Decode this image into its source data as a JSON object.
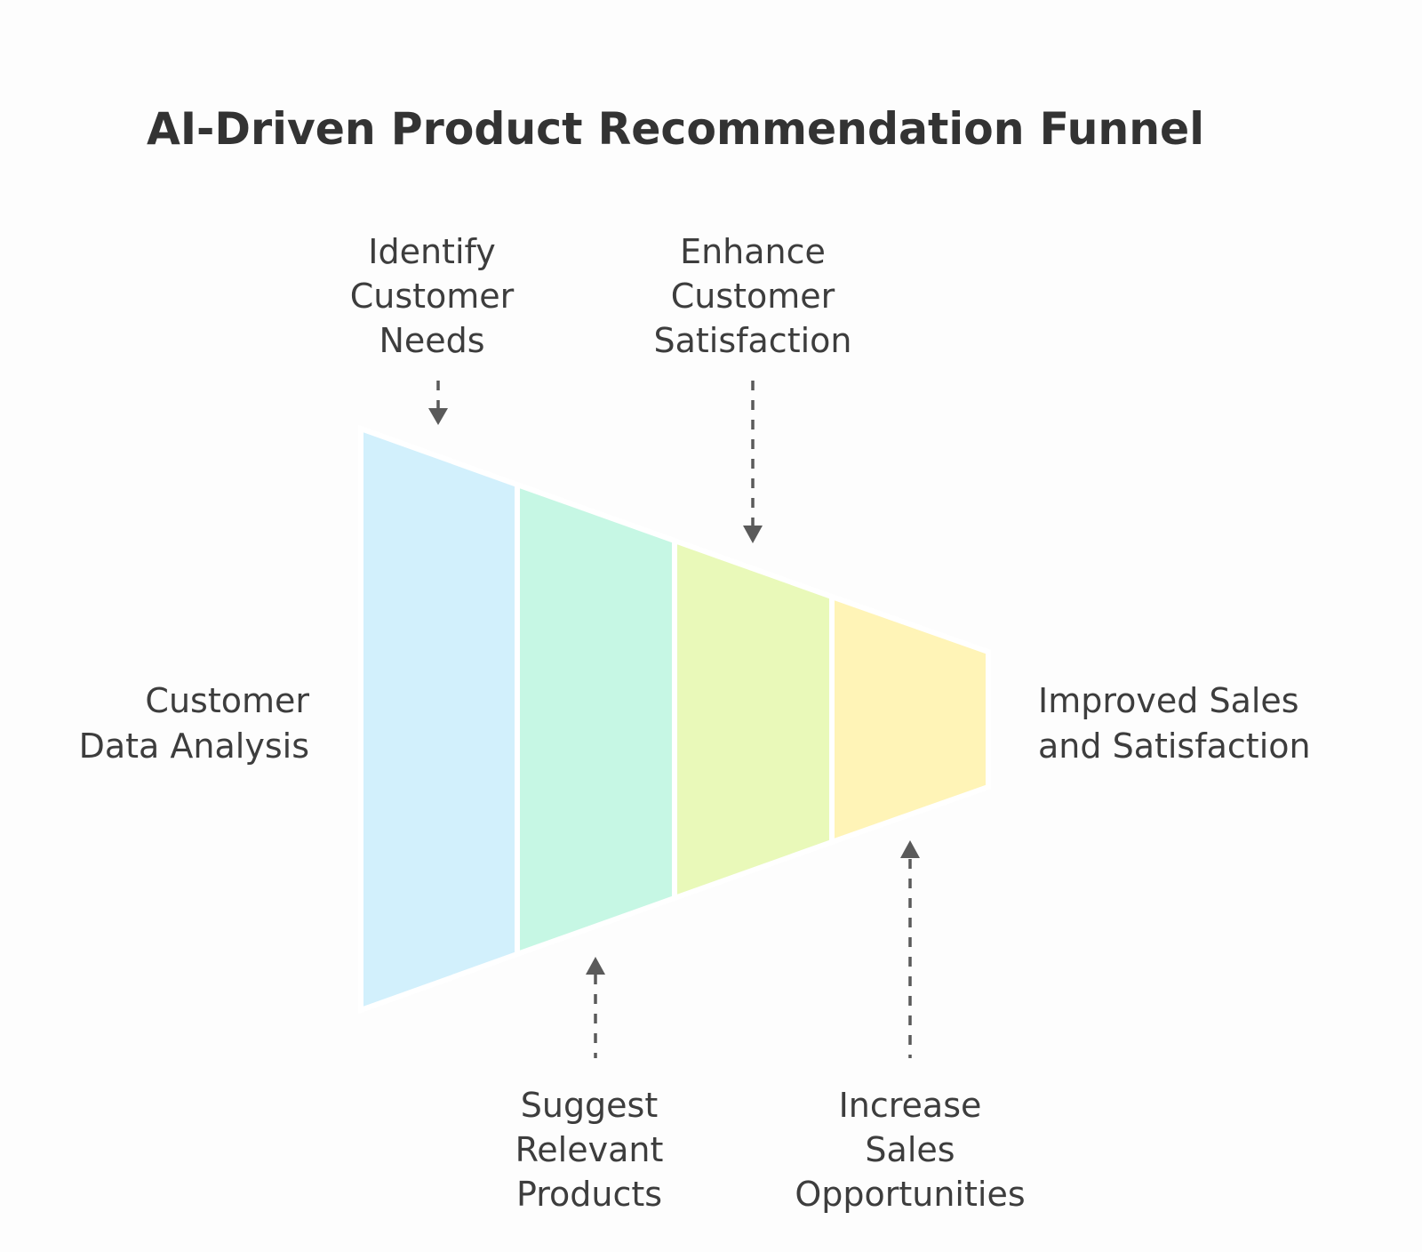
{
  "title": "AI-Driven Product Recommendation Funnel",
  "input_label": [
    "Customer",
    "Data Analysis"
  ],
  "output_label": [
    "Improved Sales",
    "and Satisfaction"
  ],
  "stages": [
    {
      "lines": [
        "Identify",
        "Customer",
        "Needs"
      ],
      "position": "top",
      "color": "#d2f0fc"
    },
    {
      "lines": [
        "Suggest",
        "Relevant",
        "Products"
      ],
      "position": "bottom",
      "color": "#c6f7e4"
    },
    {
      "lines": [
        "Enhance",
        "Customer",
        "Satisfaction"
      ],
      "position": "top",
      "color": "#e9f9b9"
    },
    {
      "lines": [
        "Increase",
        "Sales",
        "Opportunities"
      ],
      "position": "bottom",
      "color": "#fff4b7"
    }
  ]
}
